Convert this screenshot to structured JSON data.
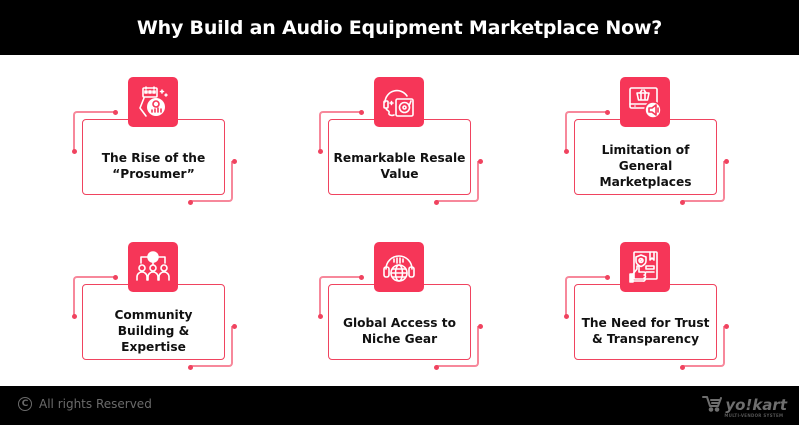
{
  "header": {
    "title": "Why Build an Audio Equipment Marketplace Now?"
  },
  "colors": {
    "accent": "#f63658",
    "border": "#f0435f",
    "connector": "#f7889b",
    "background": "#ffffff",
    "bar": "#000000"
  },
  "cards": [
    {
      "title": "The Rise of the “Prosumer”",
      "icon": "content-creator-icon"
    },
    {
      "title": "Remarkable Resale Value",
      "icon": "headphones-turntable-icon"
    },
    {
      "title": "Limitation of General Marketplaces",
      "icon": "shop-monitor-megaphone-icon"
    },
    {
      "title": "Community Building & Expertise",
      "icon": "community-network-icon"
    },
    {
      "title": "Global Access to Niche Gear",
      "icon": "globe-headphones-icon"
    },
    {
      "title": "The Need for Trust & Transparency",
      "icon": "trust-shield-thumbsup-icon"
    }
  ],
  "footer": {
    "copyright_symbol": "C",
    "copyright_text": "All rights Reserved",
    "brand_name": "yo!kart",
    "brand_tagline": "MULTI-VENDOR SYSTEM"
  }
}
